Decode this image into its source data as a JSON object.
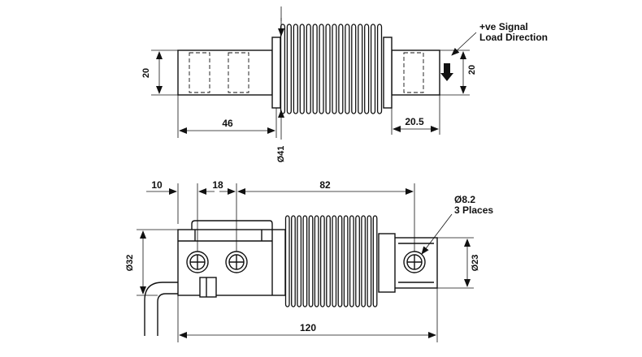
{
  "labels": {
    "signal_line1": "+ve Signal",
    "signal_line2": "Load Direction",
    "dim_top_height": "20",
    "dim_top_height_right": "20",
    "dim_top_46": "46",
    "dim_top_20_5": "20.5",
    "dim_top_dia41": "Ø41",
    "dim_10": "10",
    "dim_18": "18",
    "dim_82": "82",
    "dim_hole": "Ø8.2",
    "dim_hole_count": "3 Places",
    "dim_dia32": "Ø32",
    "dim_dia23": "Ø23",
    "dim_120": "120"
  },
  "icons": {
    "load_arrow": "arrow-down-icon",
    "hole_symbol": "crosshair-circle-icon"
  }
}
